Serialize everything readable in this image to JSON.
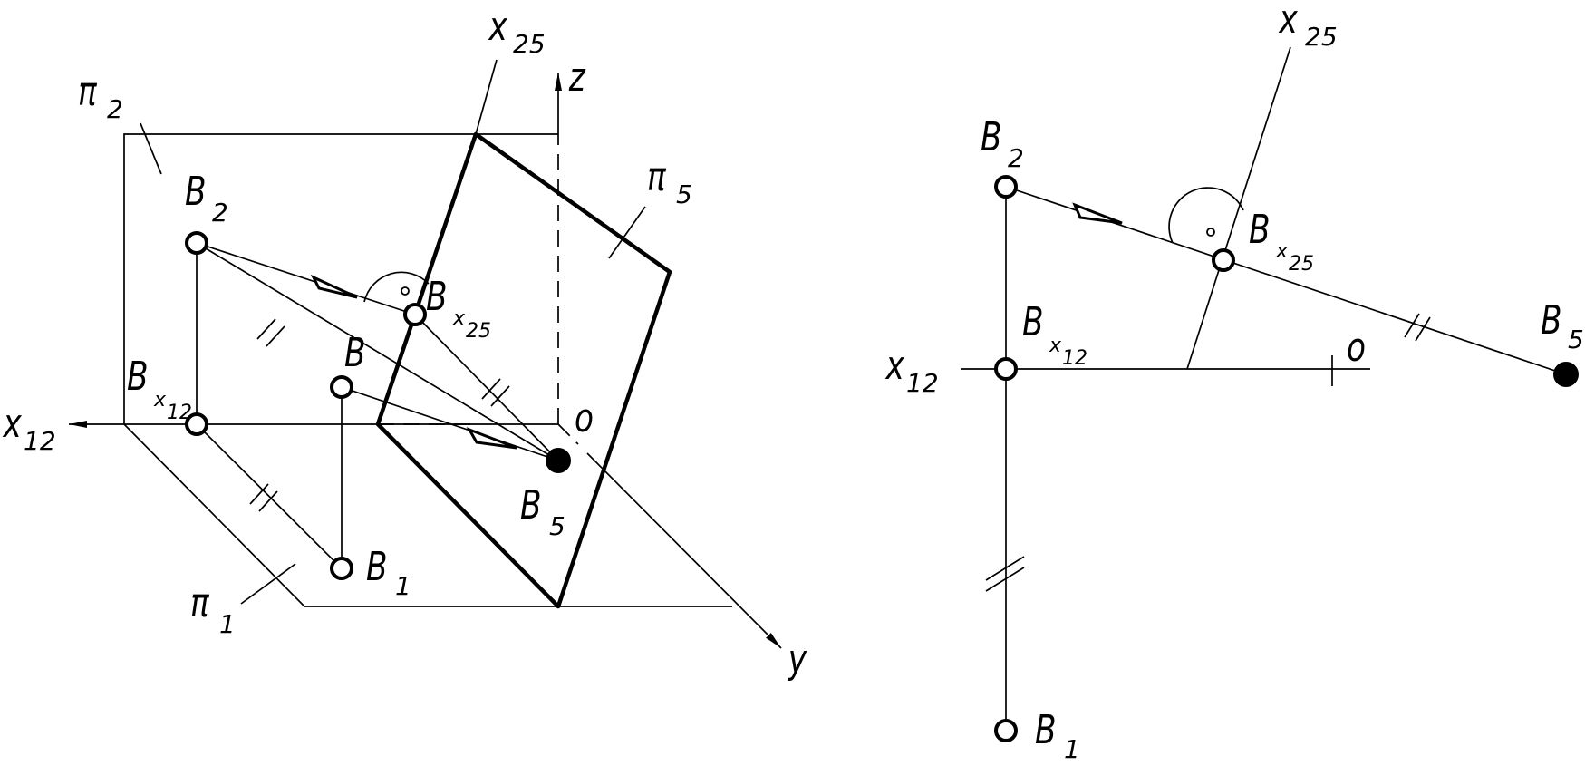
{
  "labels": {
    "x25": "x",
    "x25_sub": "25",
    "z": "z",
    "y": "y",
    "o": "o",
    "pi": "π",
    "pi2_sub": "2",
    "pi1_sub": "1",
    "pi5_sub": "5",
    "B": "B",
    "B2_sub": "2",
    "B1_sub": "1",
    "B5_sub": "5",
    "Bx": "x",
    "Bx12_sub": "12",
    "Bx25_sub": "25",
    "x12": "x",
    "x12_sub": "12"
  }
}
